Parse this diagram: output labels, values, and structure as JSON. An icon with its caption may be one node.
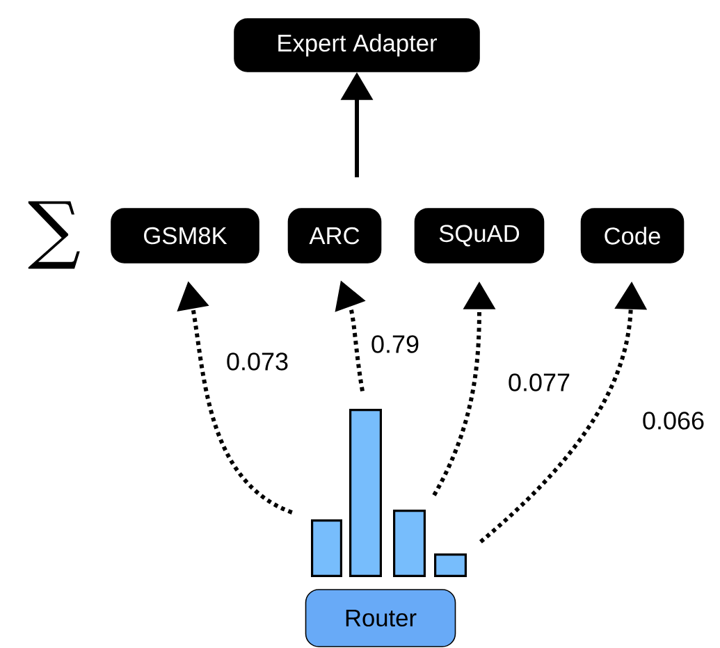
{
  "diagram": {
    "nodes": [
      {
        "text": [
          "Expert Adapter"
        ]
      },
      {
        "text": [
          "GSM8K"
        ]
      },
      {
        "text": [
          "ARC"
        ]
      },
      {
        "text": [
          "SQuAD"
        ]
      },
      {
        "text": [
          "Code"
        ]
      },
      {
        "text": [],
        "shape": "bar"
      },
      {
        "text": [],
        "shape": "bar"
      },
      {
        "text": [],
        "shape": "bar"
      },
      {
        "text": [],
        "shape": "bar"
      },
      {
        "text": [
          "Router"
        ]
      }
    ],
    "edges": [
      {
        "from": null,
        "to": 0,
        "arrow": "to"
      },
      {
        "from": 5,
        "to": 1,
        "arrow": "to",
        "style": "dashed",
        "label": "0.073"
      },
      {
        "from": 6,
        "to": 2,
        "arrow": "to",
        "style": "dashed",
        "label": "0.79"
      },
      {
        "from": 7,
        "to": 3,
        "arrow": "to",
        "style": "dashed",
        "label": "0.077"
      },
      {
        "from": 8,
        "to": 4,
        "arrow": "to",
        "style": "dashed",
        "label": "0.066"
      }
    ],
    "labels": [
      "∑"
    ]
  }
}
